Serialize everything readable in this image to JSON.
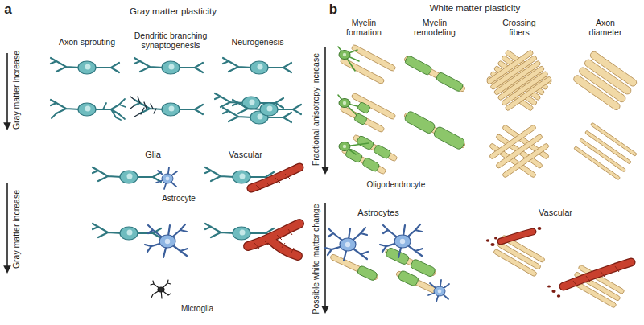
{
  "diagram": {
    "labels": [
      "a",
      "Gray matter plasticity",
      "Axon sprouting",
      "Dendritic branching synaptogenesis",
      "Neurogenesis",
      "Gray matter increase",
      "Glia",
      "Vascular",
      "Astrocyte",
      "Microglia",
      "Gray matter increase",
      "b",
      "White matter plasticity",
      "Myelin formation",
      "Myelin remodeling",
      "Crossing fibers",
      "Axon diameter",
      "Fractional anisotropy increase",
      "Oligodendrocyte",
      "Possible white matter change",
      "Astrocytes",
      "Vascular"
    ]
  }
}
